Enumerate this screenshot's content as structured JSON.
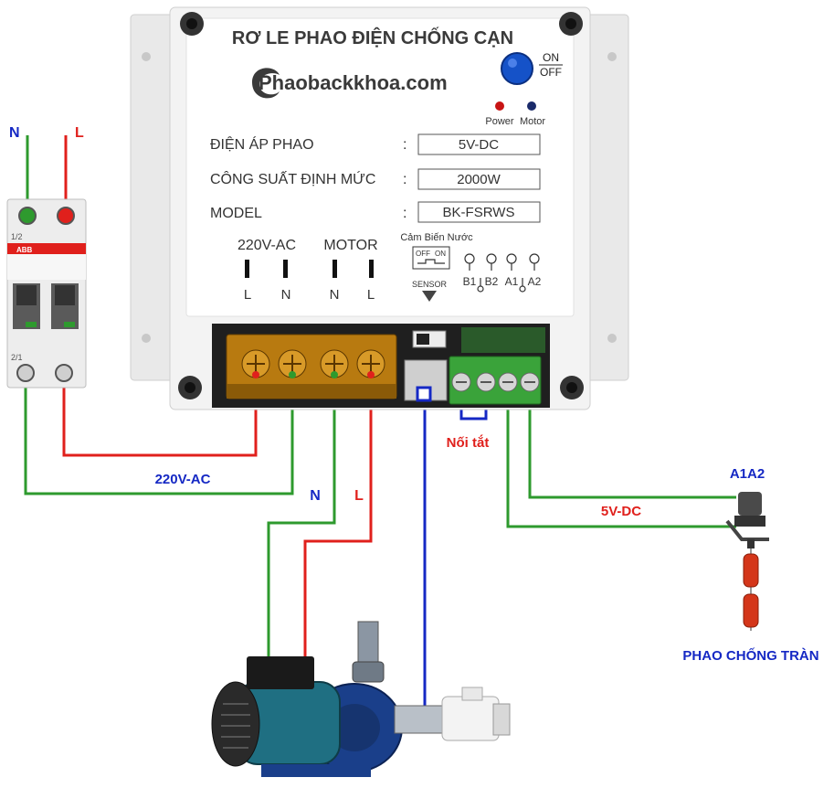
{
  "device": {
    "title": "RƠ LE PHAO ĐIỆN CHỐNG CẠN",
    "brand": "Phaobackkhoa.com",
    "switch_on": "ON",
    "switch_off": "OFF",
    "led_power": "Power",
    "led_motor": "Motor",
    "specs": [
      {
        "label": "ĐIỆN ÁP PHAO",
        "sep": ":",
        "value": "5V-DC"
      },
      {
        "label": "CÔNG SUẤT ĐỊNH MỨC",
        "sep": ":",
        "value": "2000W"
      },
      {
        "label": "MODEL",
        "sep": ":",
        "value": "BK-FSRWS"
      }
    ],
    "terminal_group_ac": "220V-AC",
    "terminal_group_motor": "MOTOR",
    "terminal_letters": [
      "L",
      "N",
      "N",
      "L"
    ],
    "sensor_title": "Cảm Biến Nước",
    "sensor_off": "OFF",
    "sensor_on": "ON",
    "sensor_label": "SENSOR",
    "b1": "B1",
    "b2": "B2",
    "a1": "A1",
    "a2": "A2"
  },
  "breaker": {
    "brand": "ABB",
    "top_pole": "1/2",
    "bottom_pole": "2/1"
  },
  "labels": {
    "n_top": "N",
    "l_top": "L",
    "ac_wire": "220V-AC",
    "n_pump": "N",
    "l_pump": "L",
    "jumper": "Nối tắt",
    "float_name": "A1A2",
    "dc_wire": "5V-DC",
    "float_caption": "PHAO CHỐNG TRÀN"
  },
  "colors": {
    "green": "#2e9a2e",
    "red": "#e0201c",
    "blue": "#1528c4",
    "panel": "#f0f0f0",
    "brass": "#b87a10",
    "terminal_green": "#3aa33a",
    "pump_blue": "#1a3f8a",
    "motor_teal": "#1f6f82"
  }
}
